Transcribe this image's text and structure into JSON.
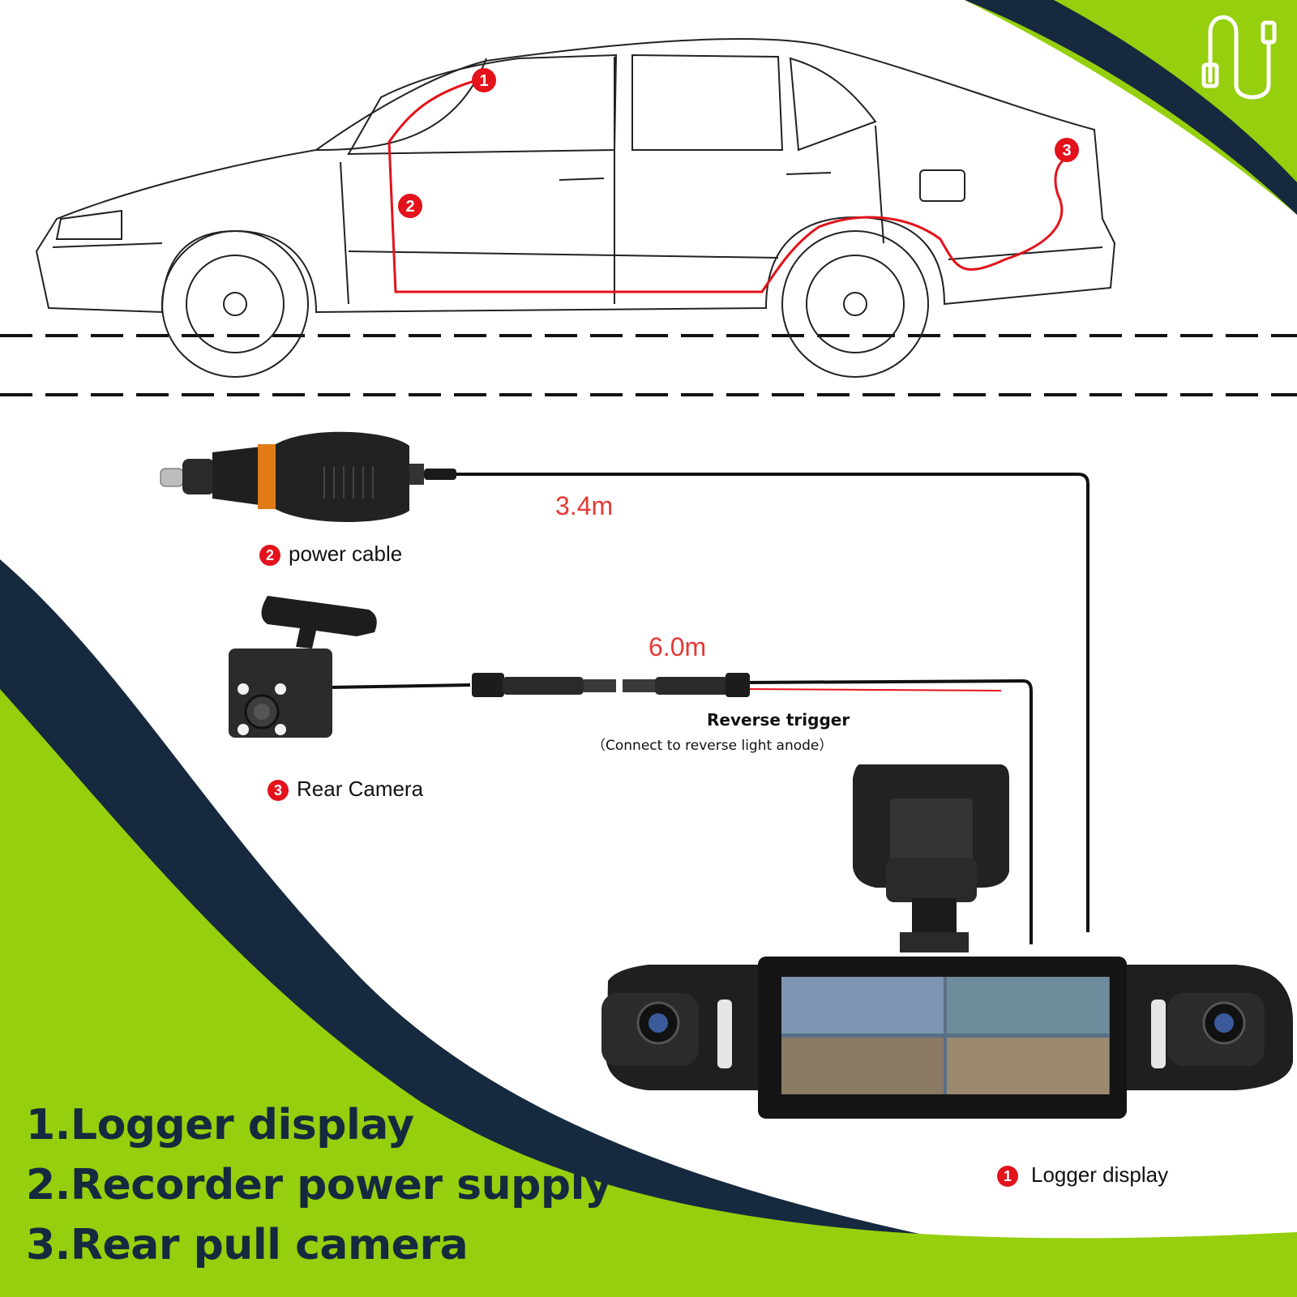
{
  "colors": {
    "navy": "#16293e",
    "green": "#95cf0d",
    "red": "#e3121b"
  },
  "car_markers": [
    "1",
    "2",
    "3"
  ],
  "cables": [
    {
      "label": "3.4m"
    },
    {
      "label": "6.0m"
    }
  ],
  "components": {
    "power_cable": {
      "num": "2",
      "label": "power cable"
    },
    "rear_camera": {
      "num": "3",
      "label": "Rear Camera"
    },
    "logger_display": {
      "num": "1",
      "label": "Logger display"
    }
  },
  "reverse_trigger": {
    "title": "Reverse trigger",
    "note": "（Connect to reverse light anode）"
  },
  "legend": [
    "1.Logger display",
    "2.Recorder power supply",
    "3.Rear pull camera"
  ],
  "icons": [
    "cable-icon"
  ]
}
